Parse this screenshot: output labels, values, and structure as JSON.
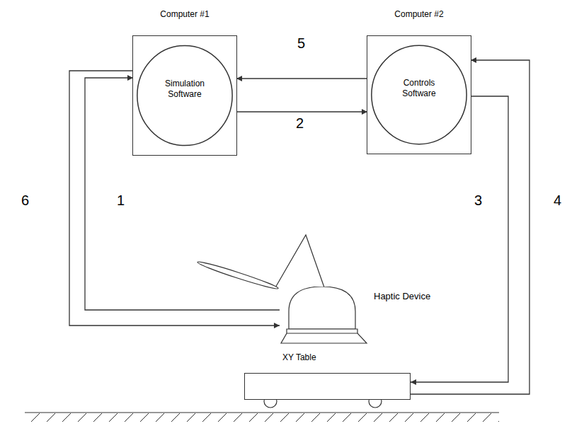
{
  "diagram": {
    "nodes": [
      {
        "text": [
          "Computer #1"
        ]
      },
      {
        "text": [
          "Simulation Software"
        ],
        "in": 0
      },
      {
        "text": [
          "Computer #2"
        ]
      },
      {
        "text": [
          "Controls Software"
        ],
        "in": 2
      },
      {
        "text": [
          "Haptic Device"
        ]
      },
      {
        "text": [
          "XY Table"
        ]
      }
    ],
    "edges": [
      {
        "from": 4,
        "to": 1,
        "arrow": "to",
        "label": "1"
      },
      {
        "from": 1,
        "to": 3,
        "arrow": "to",
        "label": "2"
      },
      {
        "from": 3,
        "to": 5,
        "arrow": "to",
        "label": "3"
      },
      {
        "from": 5,
        "to": 3,
        "arrow": "to",
        "label": "4"
      },
      {
        "from": 3,
        "to": 1,
        "arrow": "to",
        "label": "5"
      },
      {
        "from": 1,
        "to": 4,
        "arrow": "to",
        "label": "6"
      }
    ]
  }
}
